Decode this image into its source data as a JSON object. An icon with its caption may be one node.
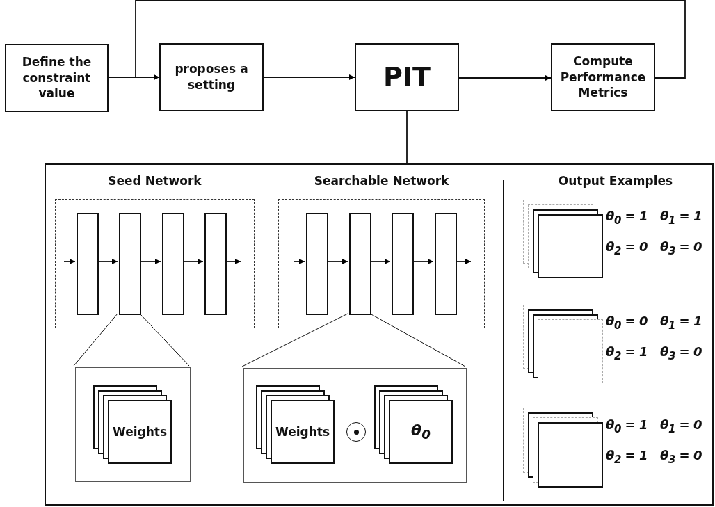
{
  "diagram": {
    "nodes": [
      {
        "text": [
          "Define the constraint value"
        ]
      },
      {
        "text": [
          "proposes a setting"
        ]
      },
      {
        "text": [
          "PIT"
        ]
      },
      {
        "text": [
          "Compute Performance Metrics"
        ]
      },
      {
        "text": [],
        "shape": "box"
      },
      {
        "text": [
          "Seed Network"
        ],
        "in": 4
      },
      {
        "text": [],
        "shape": "box",
        "in": 5
      },
      {
        "text": [],
        "shape": "box",
        "in": 5
      },
      {
        "text": [],
        "shape": "box",
        "in": 5
      },
      {
        "text": [],
        "shape": "box",
        "in": 5
      },
      {
        "text": [
          "Searchable Network"
        ],
        "in": 4
      },
      {
        "text": [],
        "shape": "box",
        "in": 10
      },
      {
        "text": [],
        "shape": "box",
        "in": 10
      },
      {
        "text": [],
        "shape": "box",
        "in": 10
      },
      {
        "text": [],
        "shape": "box",
        "in": 10
      },
      {
        "text": [],
        "shape": "box",
        "in": 4
      },
      {
        "text": [
          "Weights"
        ],
        "in": 15
      },
      {
        "text": [],
        "shape": "box",
        "in": 4
      },
      {
        "text": [
          "Weights"
        ],
        "in": 17
      },
      {
        "text": [],
        "shape": "circle",
        "in": 17
      },
      {
        "text": [
          "θ$_{0}$"
        ],
        "in": 17
      },
      {
        "text": [],
        "shape": "box",
        "in": 4,
        "beside": [
          "θ$_{0}$ = 1",
          "θ$_{1}$ = 1",
          "θ$_{2}$ = 0",
          "θ$_{3}$ = 0"
        ]
      },
      {
        "text": [],
        "shape": "box",
        "in": 4,
        "beside": [
          "θ$_{0}$ = 0",
          "θ$_{1}$ = 1",
          "θ$_{2}$ = 1",
          "θ$_{3}$ = 0"
        ]
      },
      {
        "text": [],
        "shape": "box",
        "in": 4,
        "beside": [
          "θ$_{0}$ = 1",
          "θ$_{1}$ = 0",
          "θ$_{2}$ = 1",
          "θ$_{3}$ = 0"
        ]
      }
    ],
    "edges": [
      {
        "from": 0,
        "to": 1,
        "arrow": "to"
      },
      {
        "from": 1,
        "to": 2,
        "arrow": "to"
      },
      {
        "from": 2,
        "to": 3,
        "arrow": "to"
      },
      {
        "from": 3,
        "to": 1,
        "arrow": "to"
      },
      {
        "from": 2,
        "to": 4,
        "arrow": "none"
      },
      {
        "from": null,
        "to": 6,
        "arrow": "to"
      },
      {
        "from": 6,
        "to": 7,
        "arrow": "to"
      },
      {
        "from": 7,
        "to": 8,
        "arrow": "to"
      },
      {
        "from": 8,
        "to": 9,
        "arrow": "to"
      },
      {
        "from": 9,
        "to": null,
        "arrow": "to"
      },
      {
        "from": null,
        "to": 11,
        "arrow": "to"
      },
      {
        "from": 11,
        "to": 12,
        "arrow": "to"
      },
      {
        "from": 12,
        "to": 13,
        "arrow": "to"
      },
      {
        "from": 13,
        "to": 14,
        "arrow": "to"
      },
      {
        "from": 14,
        "to": null,
        "arrow": "to"
      },
      {
        "from": 7,
        "to": 15,
        "arrow": "none"
      },
      {
        "from": 7,
        "to": 15,
        "arrow": "none"
      },
      {
        "from": 12,
        "to": 17,
        "arrow": "none"
      },
      {
        "from": 12,
        "to": 17,
        "arrow": "none"
      }
    ],
    "labels": [
      "Output Examples"
    ]
  }
}
